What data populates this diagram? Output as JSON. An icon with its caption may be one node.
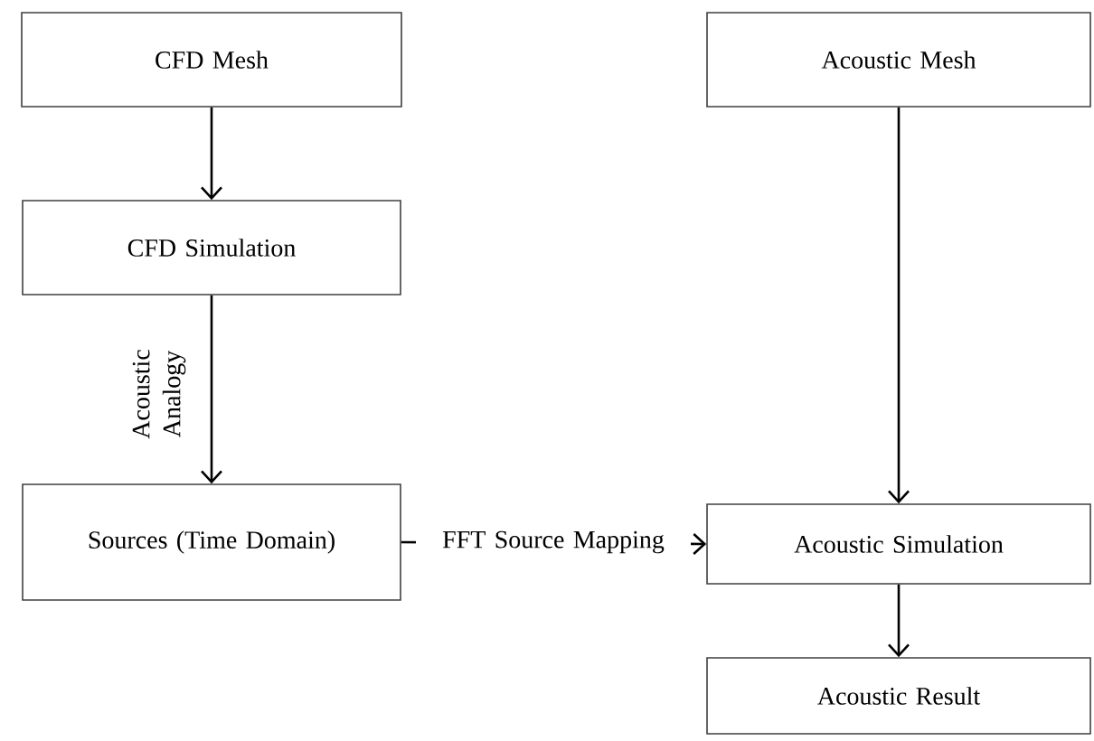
{
  "diagram": {
    "nodes": [
      {
        "text": [
          "CFD Mesh"
        ]
      },
      {
        "text": [
          "CFD Simulation"
        ]
      },
      {
        "text": [
          "Sources (Time Domain)"
        ]
      },
      {
        "text": [
          "Acoustic Mesh"
        ]
      },
      {
        "text": [
          "Acoustic Simulation"
        ]
      },
      {
        "text": [
          "Acoustic Result"
        ]
      }
    ],
    "edges": [
      {
        "from": 0,
        "to": 1,
        "arrow": "to"
      },
      {
        "from": 1,
        "to": 2,
        "arrow": "to",
        "label": "Acoustic Analogy"
      },
      {
        "from": 2,
        "to": 4,
        "arrow": "to",
        "label": "FFT Source Mapping"
      },
      {
        "from": 3,
        "to": 4,
        "arrow": "to"
      },
      {
        "from": 4,
        "to": 5,
        "arrow": "to"
      }
    ]
  }
}
